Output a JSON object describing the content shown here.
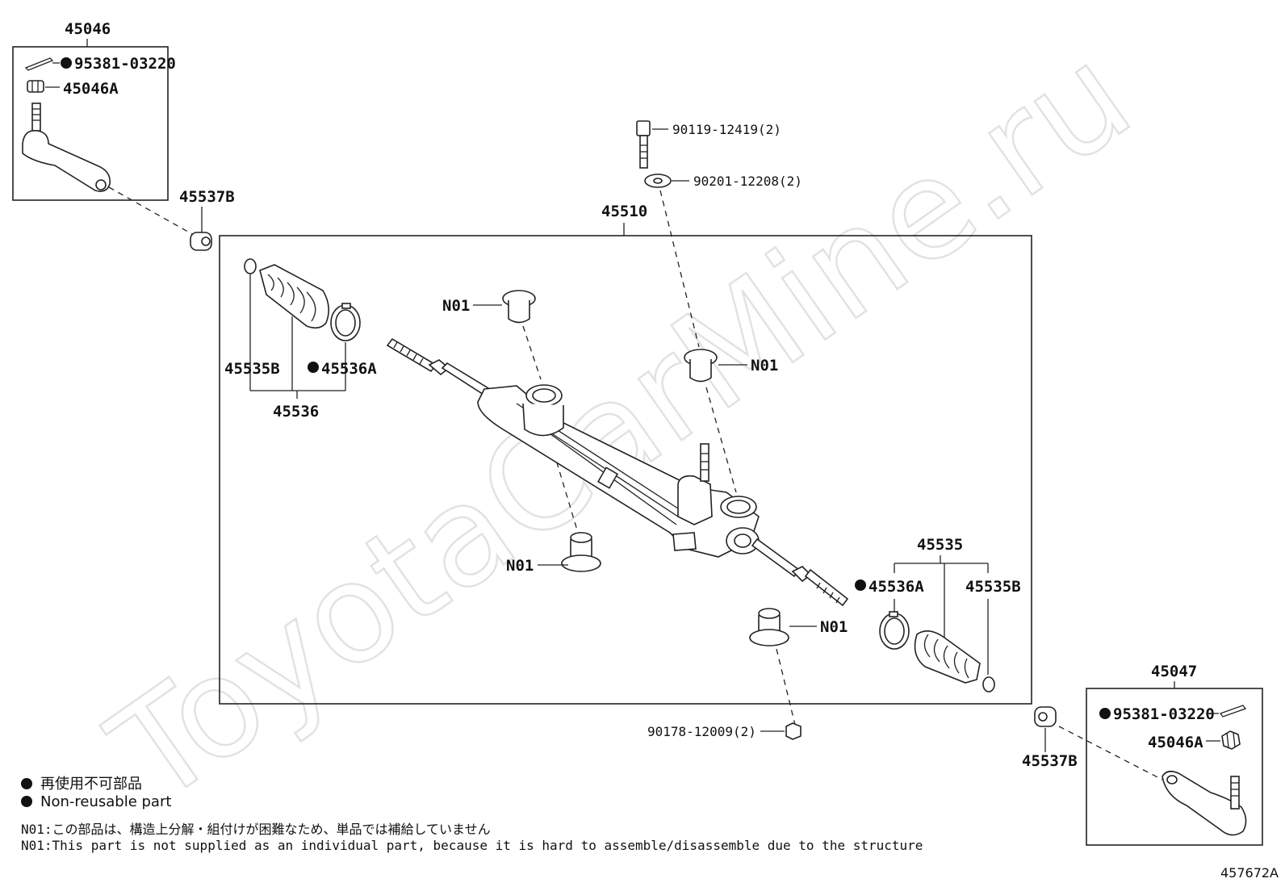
{
  "watermark": "ToyotaCarMine.ru",
  "labels": {
    "tie_rod_end_left": "45046",
    "cotter_pin_left": "95381-03220",
    "nut_left": "45046A",
    "grommet_left": "45537B",
    "steering_gear_assy": "45510",
    "bolt": "90119-12419(2)",
    "washer": "90201-12208(2)",
    "boot_kit_left": "45536",
    "clamp_left": "45535B",
    "boot_clip_left": "45536A",
    "bushing_upper_left": "N01",
    "bushing_upper_right": "N01",
    "bushing_lower_left": "N01",
    "bushing_lower_right": "N01",
    "boot_kit_right": "45535",
    "boot_clip_right": "45536A",
    "clamp_right": "45535B",
    "nut_bottom": "90178-12009(2)",
    "tie_rod_end_right": "45047",
    "cotter_pin_right": "95381-03220",
    "nut_right": "45046A",
    "grommet_right": "45537B"
  },
  "legend": {
    "item1": "再使用不可部品",
    "item2": "Non-reusable part"
  },
  "notes": {
    "jp": "N01:この部品は、構造上分解・組付けが困難なため、単品では補給していません",
    "en": "N01:This part is not supplied as an individual part, because it is hard to assemble/disassemble due to the structure"
  },
  "figure_id": "457672A"
}
